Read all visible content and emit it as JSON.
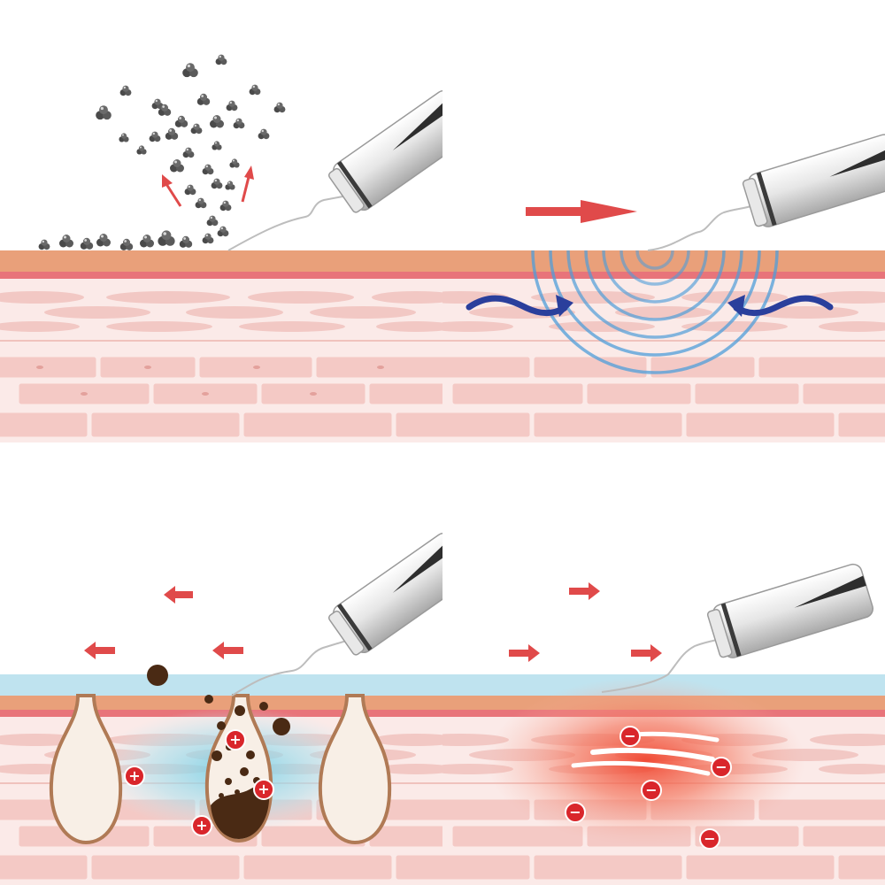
{
  "panels": [
    {
      "id": "panel-1",
      "scene": "particle-lift"
    },
    {
      "id": "panel-2",
      "scene": "ultrasonic-waves"
    },
    {
      "id": "panel-3",
      "scene": "pore-extraction-positive-ions"
    },
    {
      "id": "panel-4",
      "scene": "negative-ion-infusion"
    }
  ],
  "icons": {
    "device": "ultrasonic-spatula-icon",
    "particle": "dirt-particle-icon",
    "positive_ion": "positive-ion-icon",
    "negative_ion": "negative-ion-icon",
    "arrow": "direction-arrow-icon"
  },
  "colors": {
    "skin_surface": "#e9a07a",
    "skin_red_line": "#e8747a",
    "skin_cells": "#f7d4d2",
    "skin_background": "#fbeae8",
    "water_layer": "#bfe3ef",
    "wave_blue": "#4f9dd9",
    "swirl_arrow": "#2a3f9c",
    "red_arrow": "#e04a4a",
    "dirt": "#5a3a22",
    "ion_red": "#d9262b",
    "device_silver": "#d8d8d8"
  },
  "ion_symbols": {
    "positive": "+",
    "negative": "−"
  }
}
